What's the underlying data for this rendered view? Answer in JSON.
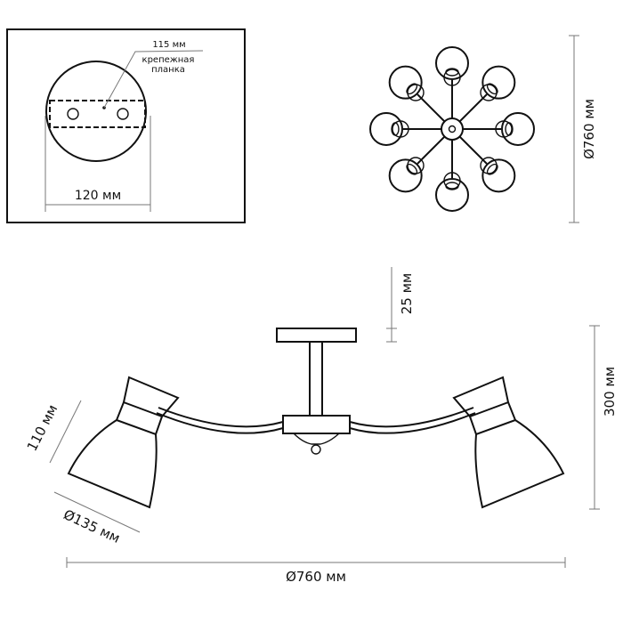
{
  "mount_detail": {
    "plate_label": "115 мм",
    "bracket_label_line1": "крепежная",
    "bracket_label_line2": "планка",
    "canopy_diameter": "120 мм"
  },
  "top_view": {
    "diameter": "Ø760 мм"
  },
  "side_view": {
    "canopy_height": "25 мм",
    "total_height": "300 мм",
    "shade_height": "110 мм",
    "shade_diameter": "Ø135 мм",
    "total_width": "Ø760 мм"
  }
}
